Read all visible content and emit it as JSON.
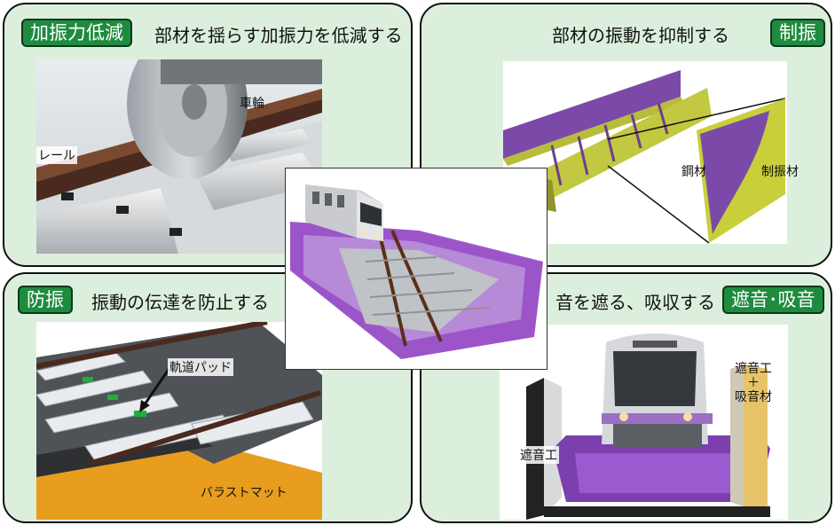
{
  "top_left": {
    "badge": "加振力低減",
    "heading": "部材を揺らす加振力を低減する",
    "labels": {
      "wheel": "車輪",
      "rail": "レール"
    }
  },
  "top_right": {
    "badge": "制振",
    "heading": "部材の振動を抑制する",
    "labels": {
      "steel": "鋼材",
      "damping_material": "制振材"
    }
  },
  "bottom_left": {
    "badge": "防振",
    "heading": "振動の伝達を防止する",
    "labels": {
      "rail_pad": "軌道パッド",
      "ballast_mat": "バラストマット"
    }
  },
  "bottom_right": {
    "badge": "遮音･吸音",
    "heading": "音を遮る、吸収する",
    "labels": {
      "sound_barrier": "遮音工",
      "barrier_absorber_line1": "遮音工",
      "barrier_absorber_plus": "＋",
      "barrier_absorber_line2": "吸音材"
    }
  },
  "colors": {
    "panel_bg": "#dcefdc",
    "badge_bg": "#1f8b3f",
    "purple": "#8a4fb5",
    "olive": "#b9c23a"
  }
}
